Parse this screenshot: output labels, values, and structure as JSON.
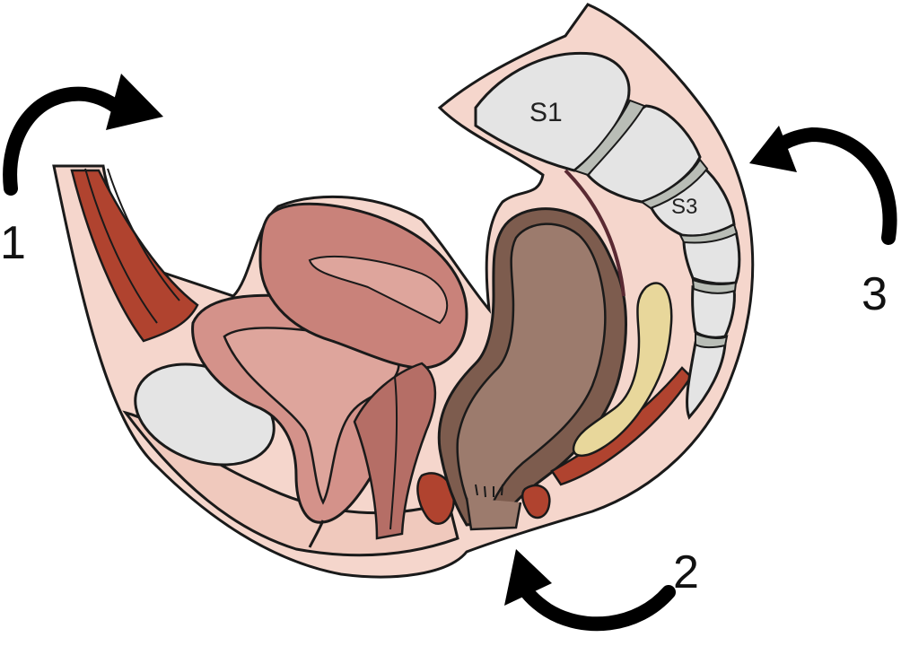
{
  "labels": {
    "arrow_1": "1",
    "arrow_2": "2",
    "arrow_3": "3",
    "vertebra_s1": "S1",
    "vertebra_s3": "S3"
  },
  "colors": {
    "outline": "#1a1a1a",
    "skin": "#f5d6cc",
    "muscle": "#b0432f",
    "bone": "#e4e4e4",
    "cartilage": "#b9bdb6",
    "organ_pink": "#c9827a",
    "organ_light": "#dea59c",
    "organ_dark": "#a85c55",
    "rectum": "#9c7b6d",
    "rectum_shadow": "#7d5c4e",
    "fecal": "#e8d79b"
  },
  "icons": [
    "curved-arrow-icon-1",
    "curved-arrow-icon-2",
    "curved-arrow-icon-3"
  ]
}
